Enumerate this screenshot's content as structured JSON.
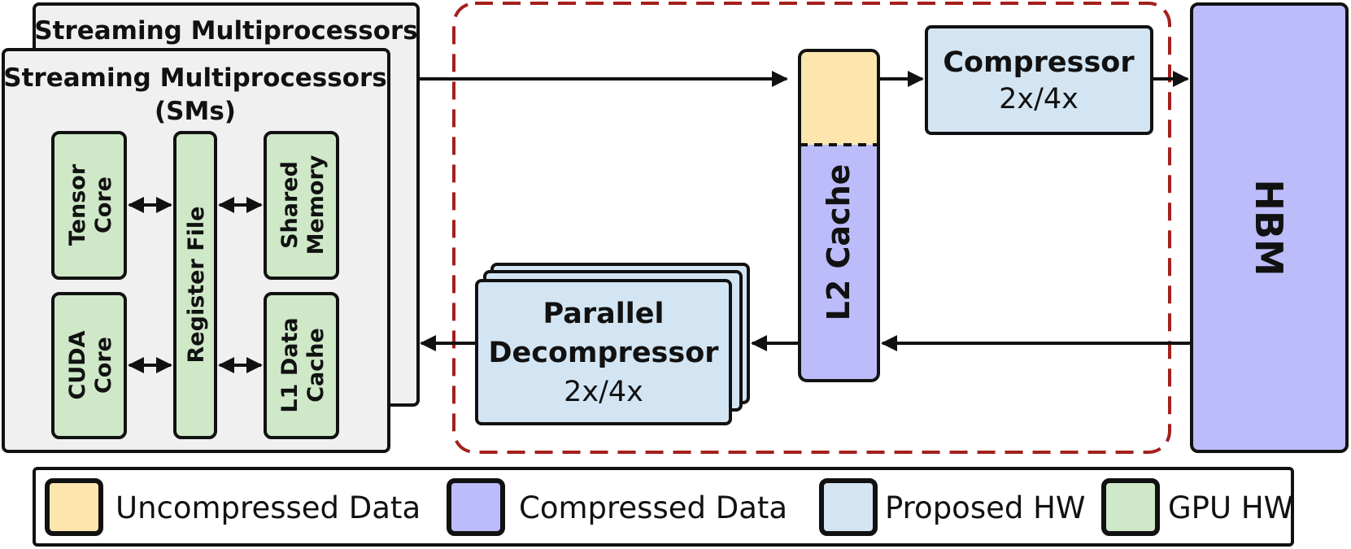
{
  "sm_back": {
    "title": "Streaming Multiprocessors"
  },
  "sm_front": {
    "title_line1": "Streaming Multiprocessors",
    "title_line2": "(SMs)"
  },
  "units": {
    "tensor_core": [
      "Tensor",
      "Core"
    ],
    "cuda_core": [
      "CUDA",
      "Core"
    ],
    "register_file": "Register File",
    "shared_memory": [
      "Shared",
      "Memory"
    ],
    "l1_cache": [
      "L1 Data",
      "Cache"
    ]
  },
  "l2_cache": "L2 Cache",
  "compressor": [
    "Compressor",
    "2x/4x"
  ],
  "decompressor": [
    "Parallel",
    "Decompressor",
    "2x/4x"
  ],
  "hbm": "HBM",
  "legend": [
    {
      "label": "Uncompressed Data",
      "color": "#fde6ae"
    },
    {
      "label": "Compressed Data",
      "color": "#bcbcfa"
    },
    {
      "label": "Proposed HW",
      "color": "#d3e5f3"
    },
    {
      "label": "GPU HW",
      "color": "#cfe8c8"
    }
  ],
  "colors": {
    "sm_fill": "#f0f0f0",
    "gpu_hw": "#cfe8c8",
    "proposed_hw": "#d3e5f3",
    "compressed": "#bcbcfa",
    "uncompressed": "#fde6ae",
    "dash_border": "#a3201c"
  }
}
